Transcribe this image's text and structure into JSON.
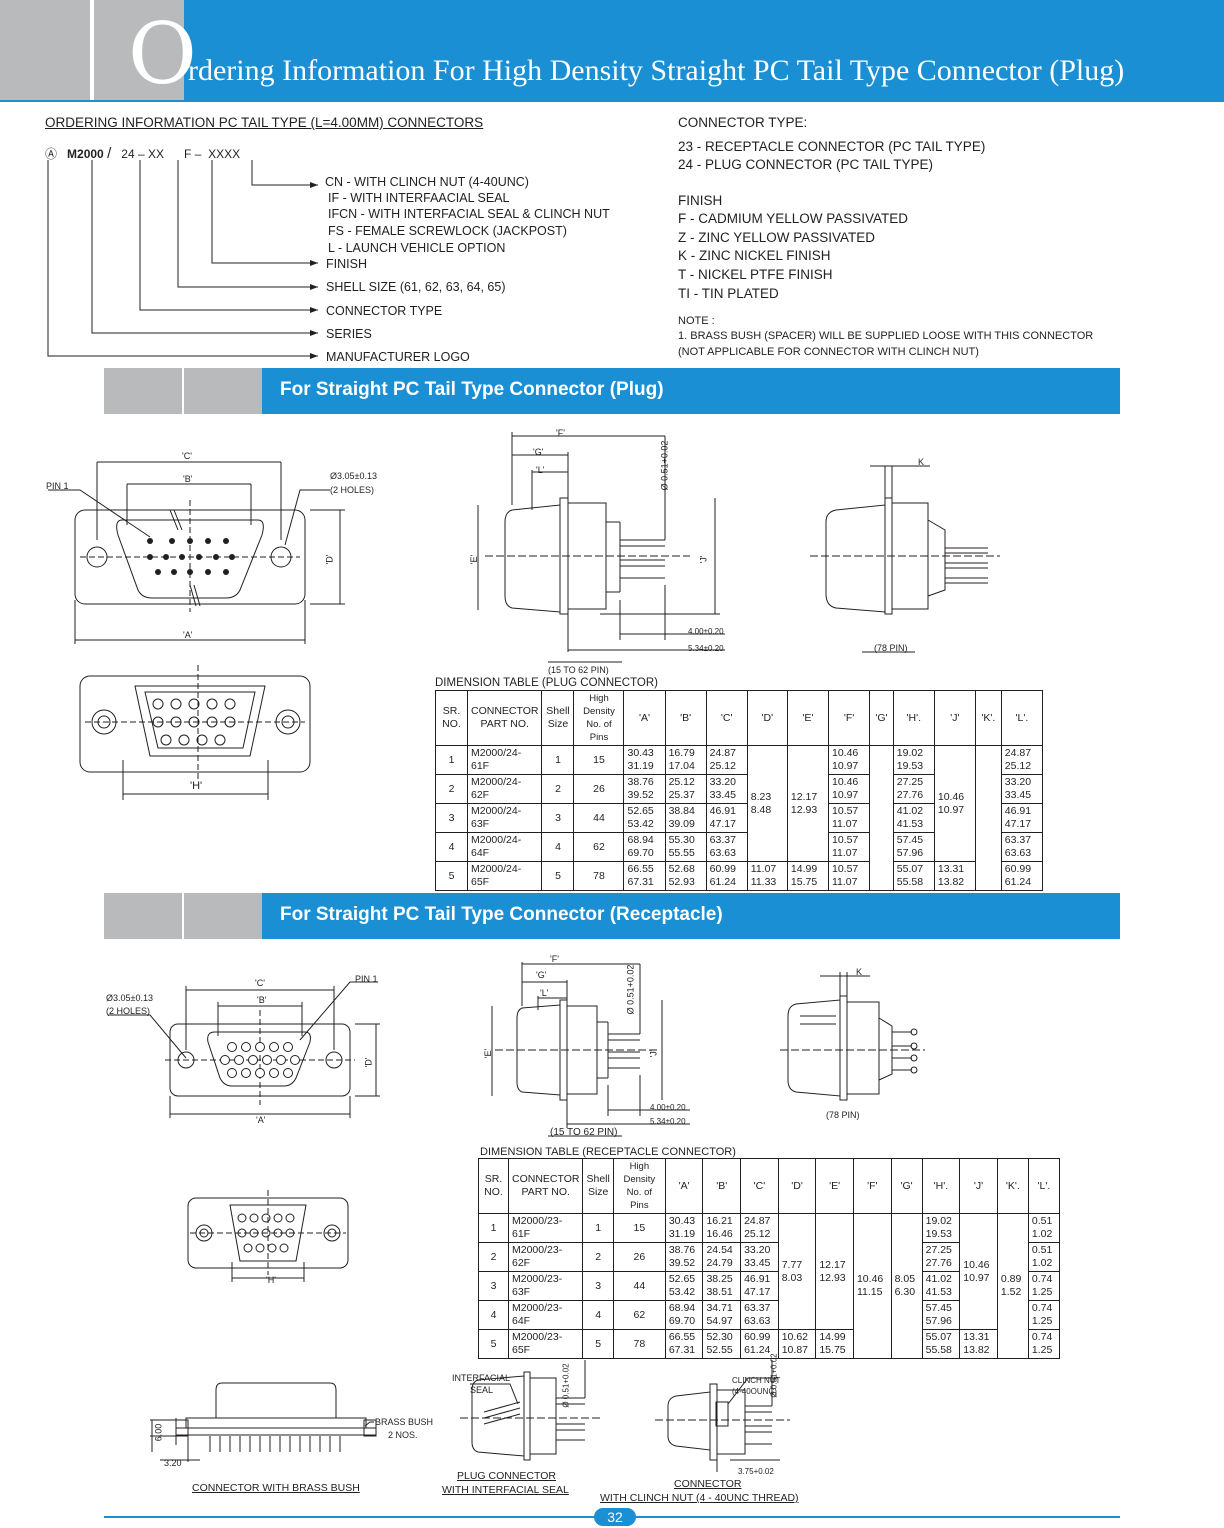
{
  "header": {
    "title_initial": "O",
    "title_rest": "rdering Information For High Density Straight PC Tail Type Connector (Plug)"
  },
  "ordering": {
    "heading": "ORDERING INFORMATION  PC TAIL TYPE (L=4.00MM) CONNECTORS",
    "code": {
      "logo": "Ⓐ",
      "series": "M2000",
      "slash": "/",
      "type": "24",
      "dash1": "–",
      "shell": "XX",
      "finish": "F",
      "dash2": "–",
      "option": "XXXX"
    },
    "options": [
      "CN - WITH CLINCH NUT (4-40UNC)",
      "IF - WITH INTERFAACIAL SEAL",
      "IFCN - WITH INTERFACIAL SEAL & CLINCH NUT",
      "FS - FEMALE SCREWLOCK (JACKPOST)",
      "L - LAUNCH VEHICLE OPTION"
    ],
    "labels": [
      "FINISH",
      "SHELL SIZE (61, 62, 63, 64, 65)",
      "CONNECTOR TYPE",
      "SERIES",
      "MANUFACTURER LOGO"
    ]
  },
  "connector_type": {
    "heading": "CONNECTOR TYPE:",
    "items": [
      "23 - RECEPTACLE CONNECTOR (PC TAIL TYPE)",
      "24 - PLUG  CONNECTOR (PC TAIL TYPE)"
    ]
  },
  "finish": {
    "heading": "FINISH",
    "items": [
      "F - CADMIUM YELLOW PASSIVATED",
      "Z - ZINC YELLOW PASSIVATED",
      "K - ZINC NICKEL FINISH",
      "T - NICKEL PTFE FINISH",
      "TI - TIN PLATED"
    ]
  },
  "note": {
    "heading": "NOTE :",
    "lines": [
      "1. BRASS BUSH (SPACER) WILL BE SUPPLIED LOOSE WITH THIS CONNECTOR",
      "(NOT APPLICABLE FOR CONNECTOR WITH CLINCH NUT)"
    ]
  },
  "section_plug": {
    "title": "For Straight PC Tail Type  Connector (Plug)",
    "drawing_labels": {
      "c": "'C'",
      "b": "'B'",
      "a": "'A'",
      "d": "'D'",
      "pin1": "PIN 1",
      "hole": "Ø3.05±0.13",
      "holes": "(2 HOLES)",
      "h": "'H'",
      "f": "'F'",
      "g": "'G'",
      "l": "'L'",
      "e": "'E'",
      "j": "'J'",
      "pin_dia": "Ø 0.51+0.02",
      "dim_400": "4.00±0.20",
      "dim_534": "5.34±0.20",
      "range": "(15 TO 62 PIN)",
      "k": "K",
      "pin78": "(78 PIN)"
    },
    "table_title": "DIMENSION TABLE  (PLUG CONNECTOR)",
    "headers": [
      "SR. NO.",
      "CONNECTOR PART  NO.",
      "Shell Size",
      "High Density No. of Pins",
      "'A'",
      "'B'",
      "'C'",
      "'D'",
      "'E'",
      "'F'",
      "'G'",
      "'H'.",
      "'J'",
      "'K'.",
      "'L'."
    ],
    "rows": [
      {
        "sr": "1",
        "part": "M2000/24-61F",
        "shell": "1",
        "pins": "15",
        "a": [
          "30.43",
          "31.19"
        ],
        "b": [
          "16.79",
          "17.04"
        ],
        "c": [
          "24.87",
          "25.12"
        ],
        "f": [
          "10.46",
          "10.97"
        ],
        "h": [
          "19.02",
          "19.53"
        ],
        "l": [
          "24.87",
          "25.12"
        ]
      },
      {
        "sr": "2",
        "part": "M2000/24-62F",
        "shell": "2",
        "pins": "26",
        "a": [
          "38.76",
          "39.52"
        ],
        "b": [
          "25.12",
          "25.37"
        ],
        "c": [
          "33.20",
          "33.45"
        ],
        "f": [
          "10.46",
          "10.97"
        ],
        "h": [
          "27.25",
          "27.76"
        ],
        "l": [
          "33.20",
          "33.45"
        ]
      },
      {
        "sr": "3",
        "part": "M2000/24-63F",
        "shell": "3",
        "pins": "44",
        "a": [
          "52.65",
          "53.42"
        ],
        "b": [
          "38.84",
          "39.09"
        ],
        "c": [
          "46.91",
          "47.17"
        ],
        "f": [
          "10.57",
          "11.07"
        ],
        "h": [
          "41.02",
          "41.53"
        ],
        "l": [
          "46.91",
          "47.17"
        ]
      },
      {
        "sr": "4",
        "part": "M2000/24-64F",
        "shell": "4",
        "pins": "62",
        "a": [
          "68.94",
          "69.70"
        ],
        "b": [
          "55.30",
          "55.55"
        ],
        "c": [
          "63.37",
          "63.63"
        ],
        "f": [
          "10.57",
          "11.07"
        ],
        "h": [
          "57.45",
          "57.96"
        ],
        "l": [
          "63.37",
          "63.63"
        ]
      },
      {
        "sr": "5",
        "part": "M2000/24-65F",
        "shell": "5",
        "pins": "78",
        "a": [
          "66.55",
          "67.31"
        ],
        "b": [
          "52.68",
          "52.93"
        ],
        "c": [
          "60.99",
          "61.24"
        ],
        "d": [
          "11.07",
          "11.33"
        ],
        "e": [
          "14.99",
          "15.75"
        ],
        "f": [
          "10.57",
          "11.07"
        ],
        "h": [
          "55.07",
          "55.58"
        ],
        "j": [
          "13.31",
          "13.82"
        ],
        "l": [
          "60.99",
          "61.24"
        ]
      }
    ],
    "merged": {
      "d": [
        "8.23",
        "8.48"
      ],
      "e": [
        "12.17",
        "12.93"
      ],
      "j": [
        "10.46",
        "10.97"
      ]
    }
  },
  "section_rec": {
    "title": "For Straight PC Tail Type  Connector (Receptacle)",
    "table_title": "DIMENSION TABLE  (RECEPTACLE CONNECTOR)",
    "headers": [
      "SR. NO.",
      "CONNECTOR PART  NO.",
      "Shell Size",
      "High Density No. of Pins",
      "'A'",
      "'B'",
      "'C'",
      "'D'",
      "'E'",
      "'F'",
      "'G'",
      "'H'.",
      "'J'",
      "'K'.",
      "'L'."
    ],
    "rows": [
      {
        "sr": "1",
        "part": "M2000/23-61F",
        "shell": "1",
        "pins": "15",
        "a": [
          "30.43",
          "31.19"
        ],
        "b": [
          "16.21",
          "16.46"
        ],
        "c": [
          "24.87",
          "25.12"
        ],
        "h": [
          "19.02",
          "19.53"
        ],
        "l": [
          "0.51",
          "1.02"
        ]
      },
      {
        "sr": "2",
        "part": "M2000/23-62F",
        "shell": "2",
        "pins": "26",
        "a": [
          "38.76",
          "39.52"
        ],
        "b": [
          "24.54",
          "24.79"
        ],
        "c": [
          "33.20",
          "33.45"
        ],
        "h": [
          "27.25",
          "27.76"
        ],
        "l": [
          "0.51",
          "1.02"
        ]
      },
      {
        "sr": "3",
        "part": "M2000/23-63F",
        "shell": "3",
        "pins": "44",
        "a": [
          "52.65",
          "53.42"
        ],
        "b": [
          "38.25",
          "38.51"
        ],
        "c": [
          "46.91",
          "47.17"
        ],
        "h": [
          "41.02",
          "41.53"
        ],
        "l": [
          "0.74",
          "1.25"
        ]
      },
      {
        "sr": "4",
        "part": "M2000/23-64F",
        "shell": "4",
        "pins": "62",
        "a": [
          "68.94",
          "69.70"
        ],
        "b": [
          "34.71",
          "54.97"
        ],
        "c": [
          "63.37",
          "63.63"
        ],
        "h": [
          "57.45",
          "57.96"
        ],
        "l": [
          "0.74",
          "1.25"
        ]
      },
      {
        "sr": "5",
        "part": "M2000/23-65F",
        "shell": "5",
        "pins": "78",
        "a": [
          "66.55",
          "67.31"
        ],
        "b": [
          "52.30",
          "52.55"
        ],
        "c": [
          "60.99",
          "61.24"
        ],
        "d": [
          "10.62",
          "10.87"
        ],
        "e": [
          "14.99",
          "15.75"
        ],
        "h": [
          "55.07",
          "55.58"
        ],
        "j": [
          "13.31",
          "13.82"
        ],
        "l": [
          "0.74",
          "1.25"
        ]
      }
    ],
    "merged": {
      "d": [
        "7.77",
        "8.03"
      ],
      "e": [
        "12.17",
        "12.93"
      ],
      "f": [
        "10.46",
        "11.15"
      ],
      "g": [
        "8.05",
        "6.30"
      ],
      "j": [
        "10.46",
        "10.97"
      ],
      "k": [
        "0.89",
        "1.52"
      ]
    }
  },
  "bottom": {
    "brass_bush": "BRASS BUSH",
    "nos": "2 NOS.",
    "dim_600": "6.00",
    "dim_320": "3.20",
    "cap1": "CONNECTOR WITH BRASS BUSH",
    "interfacial": "INTERFACIAL",
    "seal": "SEAL",
    "pin_dia": "Ø 0.51+0.02",
    "cap2a": "PLUG CONNECTOR",
    "cap2b": "WITH INTERFACIAL SEAL",
    "clinch": "CLINCH NUT",
    "clinch2": "(4-40OUNC)",
    "dim_375": "3.75+0.02",
    "cap3a": "CONNECTOR",
    "cap3b": "WITH CLINCH NUT (4 - 40UNC THREAD)"
  },
  "page_number": "32"
}
